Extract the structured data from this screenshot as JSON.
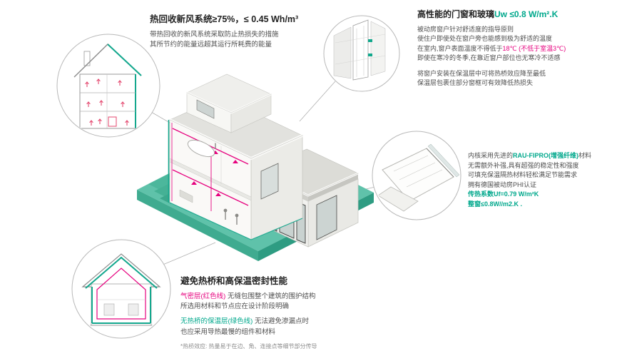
{
  "colors": {
    "teal": "#00a88c",
    "magenta": "#e6007e",
    "platform_teal": "#5fc2aa"
  },
  "callouts": {
    "ventilation": {
      "title": "热回收新风系统≥75%，≤ 0.45 Wh/m³",
      "body1": "带热回收的新风系统采取防止热损失的措施",
      "body2": "其所节约的能量远超其运行所耗费的能量"
    },
    "windows": {
      "title_main": "高性能的门窗和玻璃",
      "title_spec": "Uw ≤0.8 W/m².K",
      "line1": "被动房窗户针对舒适度的指导原则",
      "line2": "使住户即使处在窗户旁也能感到极为舒适的温度",
      "line3_pre": "在室内,窗户表面温度不得低于",
      "line3_highlight": "18℃ (不低于室温3℃)",
      "line4": "即使在寒冷的冬季,在靠近窗户部位也无寒冷不适感",
      "line5": "将窗户安装在保温层中可将热桥效应降至最低",
      "line6": "保温层包裹住部分窗框可有效降低热损失"
    },
    "profile": {
      "line1_pre": "内核采用先进的",
      "line1_highlight": "RAU-FIPRO(增强纤维)",
      "line1_post": "材料",
      "line2": "无需额外补强,具有超强的稳定性和强度",
      "line3": "可填充保温隔热材料轻松满足节能需求",
      "line4": "拥有德国被动房PHI认证",
      "spec1": "传热系数Uf=0.79 W/m²K",
      "spec2": "整窗≤0.8W//m2.K ."
    },
    "insulation": {
      "title": "避免热桥和高保温密封性能",
      "line1_highlight": "气密层(红色线)",
      "line1_rest": " 无缝包围整个建筑的围护结构",
      "line2": "所选用材料和节点应在设计阶段明确",
      "line3_highlight": "无热桥的保温层(绿色线)",
      "line3_rest": " 无法避免渗漏点时",
      "line4": "也应采用导热最慢的组件和材料",
      "footnote": "*热桥效应: 热量易于在边、角、连接点等细节部分传导"
    }
  }
}
